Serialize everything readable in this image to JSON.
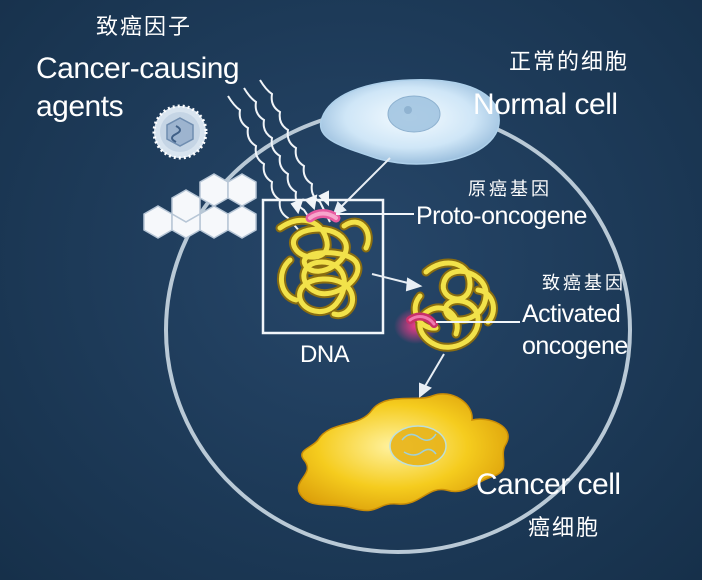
{
  "labels": {
    "agents_zh": "致癌因子",
    "agents_en_1": "Cancer-causing",
    "agents_en_2": "agents",
    "normal_zh": "正常的细胞",
    "normal_en": "Normal cell",
    "proto_zh": "原癌基因",
    "proto_en": "Proto-oncogene",
    "activated_zh": "致癌基因",
    "activated_en_1": "Activated",
    "activated_en_2": "oncogene",
    "dna": "DNA",
    "cancer_en": "Cancer cell",
    "cancer_zh": "癌细胞"
  },
  "colors": {
    "background": "#1d3a58",
    "cell_outline": "#b9c9d6",
    "dna_strand": "#f2e24a",
    "proto_highlight": "#e85aa0",
    "cancer_cell": "#f3c81c",
    "normal_cell": "#d8ecfa"
  },
  "icons": [
    "virus-icon",
    "radiation-waves-icon",
    "chemical-hexagon-icon"
  ]
}
